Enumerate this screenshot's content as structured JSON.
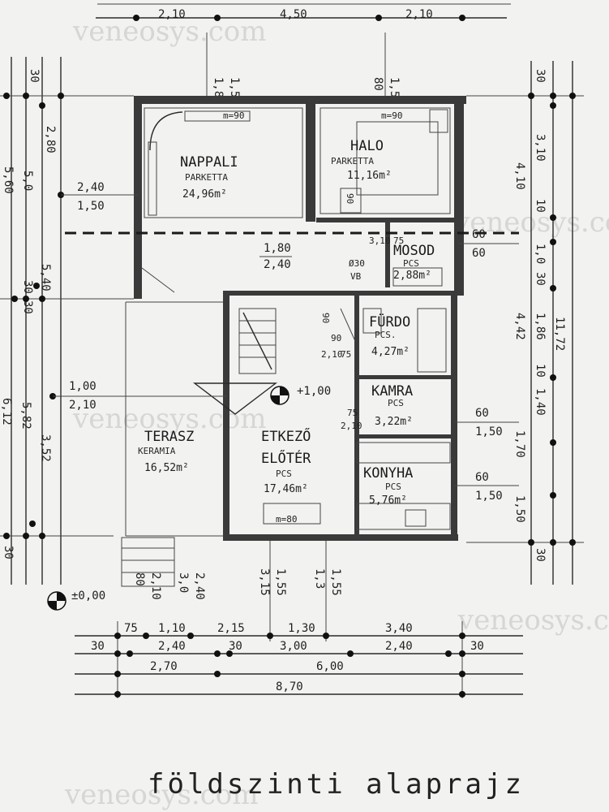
{
  "title": "földszinti alaprajz",
  "watermark": "veneosys.com",
  "rooms": {
    "nappali": {
      "name": "NAPPALI",
      "finish": "PARKETTA",
      "area": "24,96m²"
    },
    "halo": {
      "name": "HALO",
      "finish": "PARKETTA",
      "area": "11,16m²"
    },
    "mosoda": {
      "name": "MOSOD",
      "finish": "PCS",
      "area": "2,88m²"
    },
    "furdo": {
      "name": "FÜRDO",
      "finish": "PCS.",
      "area": "4,27m²"
    },
    "kamra": {
      "name": "KAMRA",
      "finish": "PCS",
      "area": "3,22m²"
    },
    "terasz": {
      "name": "TERASZ",
      "finish": "KERAMIA",
      "area": "16,52m²"
    },
    "etkezo": {
      "name": "ETKEZŐ",
      "name2": "ELŐTÉR",
      "finish": "PCS",
      "area": "17,46m²"
    },
    "konyha": {
      "name": "KONYHA",
      "finish": "PCS",
      "area": "5,76m²"
    }
  },
  "levels": {
    "ground": "±0,00",
    "floor": "+1,00"
  },
  "top_dims": {
    "a": "2,10",
    "b": "4,50",
    "c": "2,10"
  },
  "bottom_dims": {
    "r1": [
      "75",
      "1,10",
      "2,15",
      "1,30",
      "3,40"
    ],
    "r2": [
      "30",
      "2,40",
      "30",
      "3,00",
      "2,40",
      "30"
    ],
    "r3": [
      "2,70",
      "6,00"
    ],
    "r4": [
      "8,70"
    ]
  },
  "left_dims": [
    "30",
    "2,80",
    "5,60",
    "5,0",
    "30",
    "5,40",
    "30",
    "6,12",
    "5,82",
    "3,52",
    "30"
  ],
  "right_dims": [
    "30",
    "3,10",
    "4,10",
    "10",
    "1,0",
    "30",
    "4,42",
    "1,86",
    "11,72",
    "10",
    "1,40",
    "1,70",
    "1,50",
    "30"
  ],
  "opening_notes": {
    "n1": "1,80",
    "n2": "1,50",
    "n3": "80",
    "n4": "1,50",
    "w1a": "2,40",
    "w1b": "1,50",
    "w2a": "1,80",
    "w2b": "2,40",
    "w3a": "1,00",
    "w3b": "2,10",
    "w4a": "60",
    "w4b": "60",
    "w5a": "60",
    "w5b": "1,50",
    "w6a": "60",
    "w6b": "1,50",
    "d1": "90",
    "d2": "90",
    "d3": "Ø30",
    "d4": "75",
    "d5": "90",
    "d6": "75",
    "d7": "2,10",
    "b1": "80",
    "b2": "2,10",
    "b3": "3,0",
    "b4": "2,40",
    "b5": "3,15",
    "b6": "1,55",
    "b7": "1,3",
    "b8": "1,55",
    "b9": "75",
    "b10": "2,10",
    "b11": "VB",
    "b12": "3,10",
    "h1": "m=90",
    "h2": "m=90",
    "h3": "m=80"
  }
}
